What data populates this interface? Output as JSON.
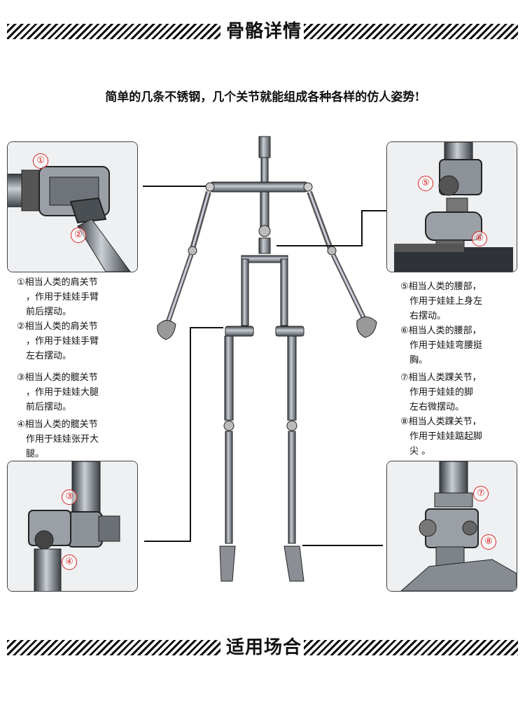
{
  "headers": {
    "top": "骨骼详情",
    "bottom": "适用场合"
  },
  "tagline": "简单的几条不锈钢，几个关节就能组成各种各样的仿人姿势!",
  "badges": [
    "①",
    "②",
    "③",
    "④",
    "⑤",
    "⑥",
    "⑦",
    "⑧"
  ],
  "left_notes": [
    {
      "first": "①相当人类的肩关节",
      "rest": [
        "，作用于娃娃手臂",
        "前后摆动。"
      ]
    },
    {
      "first": "②相当人类的肩关节",
      "rest": [
        "，作用于娃娃手臂",
        "左右摆动。"
      ]
    },
    {
      "first": "③相当人类的髋关节",
      "rest": [
        "，作用于娃娃大腿",
        "前后摆动。"
      ]
    },
    {
      "first": "④相当人类的髋关节",
      "rest": [
        "作用于娃娃张开大",
        "腿。"
      ]
    }
  ],
  "right_notes": [
    {
      "first": "⑤相当人类的腰部，",
      "rest": [
        "作用于娃娃上身左",
        "右摆动。"
      ]
    },
    {
      "first": "⑥相当人类的腰部，",
      "rest": [
        "作用于娃娃弯腰挺",
        "胸。"
      ]
    },
    {
      "first": "⑦相当人类踝关节，",
      "rest": [
        "作用于娃娃的脚",
        "左右微摆动。"
      ]
    },
    {
      "first": "⑧相当人类踝关节，",
      "rest": [
        "作用于娃娃踮起脚",
        "尖 。"
      ]
    }
  ],
  "colors": {
    "badge": "#dd2222",
    "metal": "#8a9096",
    "dark": "#2a2e33"
  }
}
